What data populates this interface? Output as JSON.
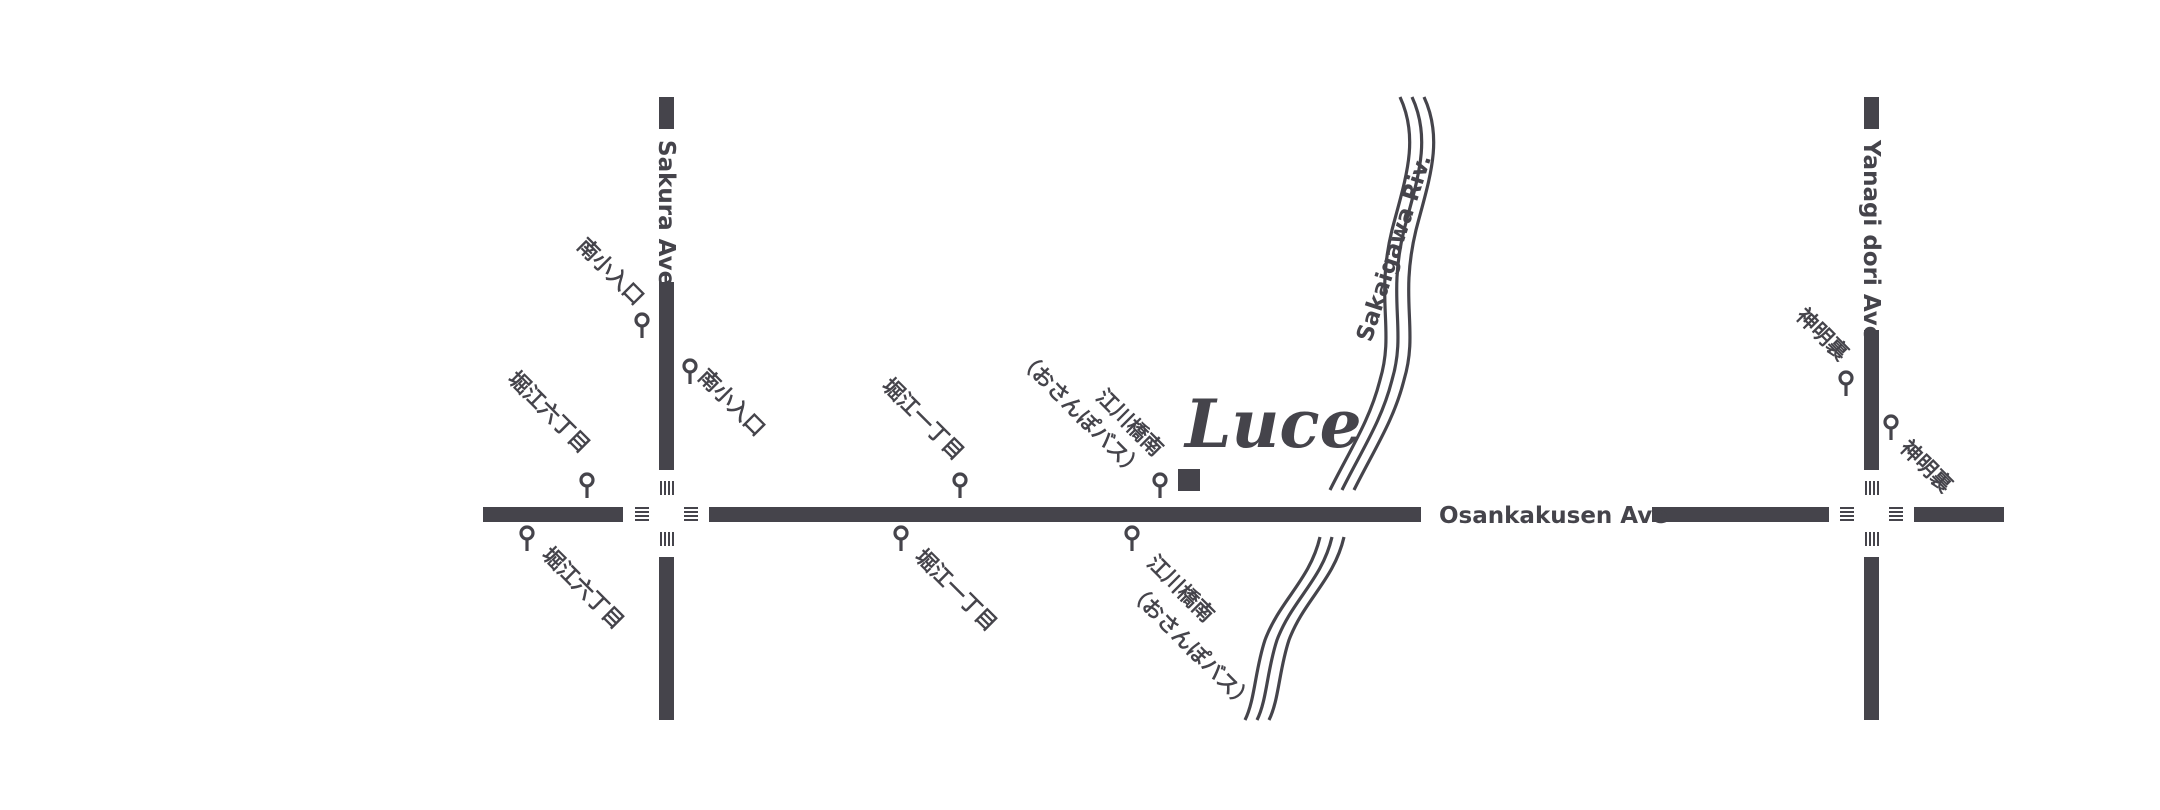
{
  "colors": {
    "ink": "#45444b",
    "background": "#ffffff"
  },
  "roads": {
    "main_avenue": "Osankakusen Ave",
    "left_avenue": "Sakura Ave",
    "right_avenue": "Yanagi dori Ave"
  },
  "river": {
    "name": "Sakaigawa Riv."
  },
  "destination": {
    "name": "Luce",
    "marker_icon": "square-marker-icon"
  },
  "bus_stops": {
    "minamikoiriguchi_north": "南小入口",
    "minamikoiriguchi_south": "南小入口",
    "horie_6_north": "堀江六丁目",
    "horie_6_south": "堀江六丁目",
    "horie_1_north": "堀江一丁目",
    "horie_1_south": "堀江一丁目",
    "egawabashi_north_line1": "江川橋南",
    "egawabashi_north_line2": "（おさんぽバス）",
    "egawabashi_south_line1": "江川橋南",
    "egawabashi_south_line2": "（おさんぽバス）",
    "shinmeiura_north": "神明裏",
    "shinmeiura_south": "神明裏"
  },
  "icons": {
    "bus_stop": "bus-stop-pin-icon",
    "crosswalk": "crosswalk-icon"
  }
}
